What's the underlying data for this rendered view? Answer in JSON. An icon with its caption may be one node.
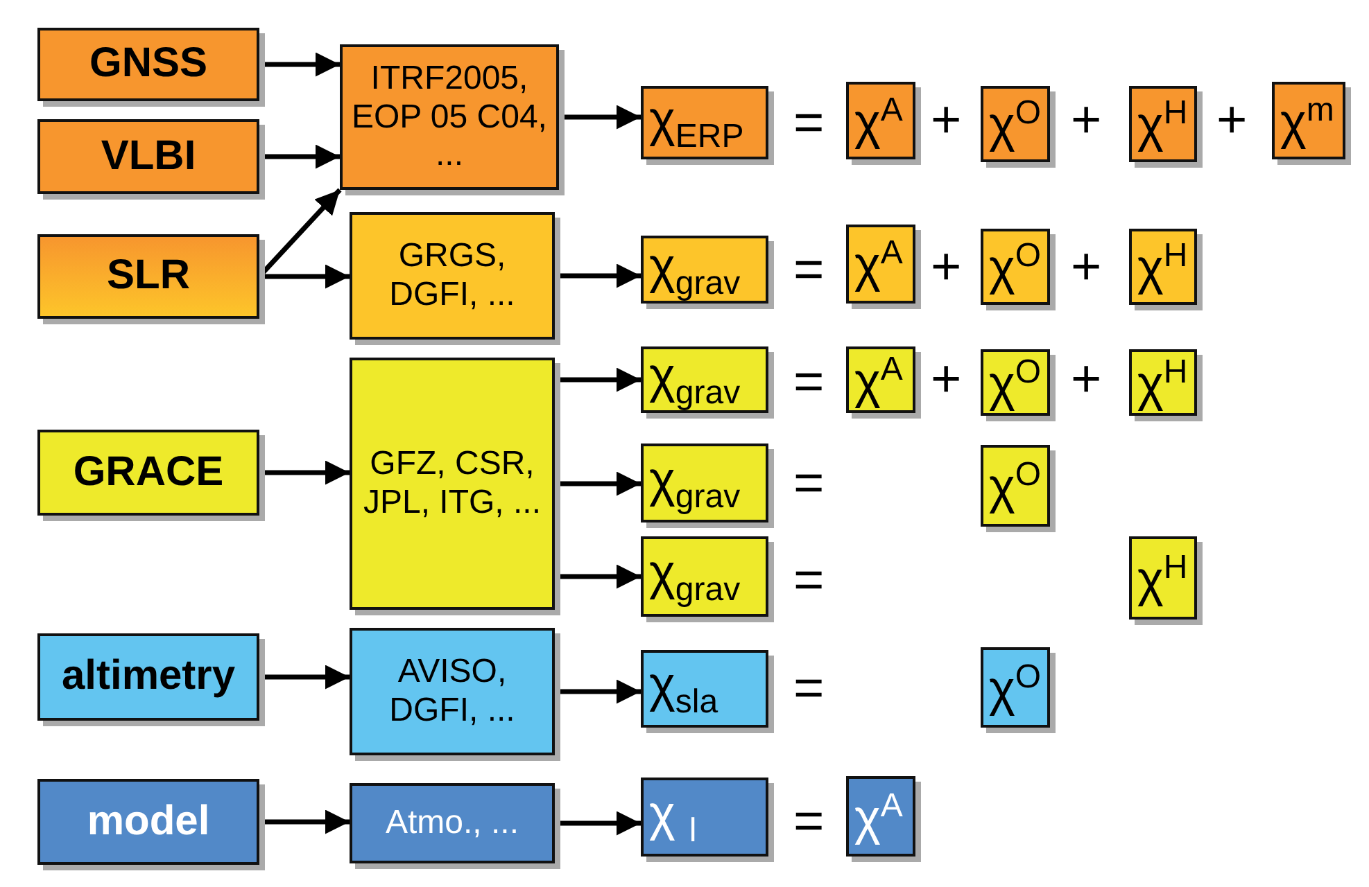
{
  "diagram": {
    "nodes": [
      {
        "text": [
          "GNSS"
        ]
      },
      {
        "text": [
          "VLBI"
        ]
      },
      {
        "text": [
          "ITRF2005, EOP 05 C04, ..."
        ]
      },
      {
        "text": [
          "χ$_{ERP}$"
        ]
      },
      {
        "text": [
          "χ$^{A}$"
        ]
      },
      {
        "text": [
          "χ$^{O}$"
        ]
      },
      {
        "text": [
          "χ$^{H}$"
        ]
      },
      {
        "text": [
          "χ$^{m}$"
        ]
      },
      {
        "text": [
          "SLR"
        ]
      },
      {
        "text": [
          "GRGS, DGFI, ..."
        ]
      },
      {
        "text": [
          "χ$_{grav}$"
        ]
      },
      {
        "text": [
          "χ$^{A}$"
        ]
      },
      {
        "text": [
          "χ$^{O}$"
        ]
      },
      {
        "text": [
          "χ$^{H}$"
        ]
      },
      {
        "text": [
          "GRACE"
        ]
      },
      {
        "text": [
          "GFZ, CSR, JPL, ITG, ..."
        ]
      },
      {
        "text": [
          "χ$_{grav}$"
        ]
      },
      {
        "text": [
          "χ$^{A}$"
        ]
      },
      {
        "text": [
          "χ$^{O}$"
        ]
      },
      {
        "text": [
          "χ$^{H}$"
        ]
      },
      {
        "text": [
          "χ$_{grav}$"
        ]
      },
      {
        "text": [
          "χ$^{O}$"
        ]
      },
      {
        "text": [
          "χ$_{grav}$"
        ]
      },
      {
        "text": [
          "χ$^{H}$"
        ]
      },
      {
        "text": [
          "altimetry"
        ]
      },
      {
        "text": [
          "AVISO, DGFI, ..."
        ]
      },
      {
        "text": [
          "χ$_{sla}$"
        ]
      },
      {
        "text": [
          "χ$^{O}$"
        ]
      },
      {
        "text": [
          "model"
        ]
      },
      {
        "text": [
          "Atmo., ..."
        ]
      },
      {
        "text": [
          "χ $_{l}$"
        ]
      },
      {
        "text": [
          "χ$^{A}$"
        ]
      }
    ],
    "edges": [
      {
        "from": 0,
        "to": 2,
        "arrow": "to"
      },
      {
        "from": 1,
        "to": 2,
        "arrow": "to"
      },
      {
        "from": 8,
        "to": 2,
        "arrow": "to"
      },
      {
        "from": 8,
        "to": 9,
        "arrow": "to"
      },
      {
        "from": 2,
        "to": 3,
        "arrow": "to"
      },
      {
        "from": 9,
        "to": 10,
        "arrow": "to"
      },
      {
        "from": 14,
        "to": 15,
        "arrow": "to"
      },
      {
        "from": 15,
        "to": 16,
        "arrow": "to"
      },
      {
        "from": 15,
        "to": 20,
        "arrow": "to"
      },
      {
        "from": 15,
        "to": 22,
        "arrow": "to"
      },
      {
        "from": 24,
        "to": 25,
        "arrow": "to"
      },
      {
        "from": 25,
        "to": 26,
        "arrow": "to"
      },
      {
        "from": 28,
        "to": 29,
        "arrow": "to"
      },
      {
        "from": 29,
        "to": 30,
        "arrow": "to"
      }
    ],
    "labels": [
      "=",
      "+",
      "+",
      "+",
      "=",
      "+",
      "+",
      "=",
      "+",
      "+",
      "=",
      "=",
      "=",
      "="
    ]
  }
}
